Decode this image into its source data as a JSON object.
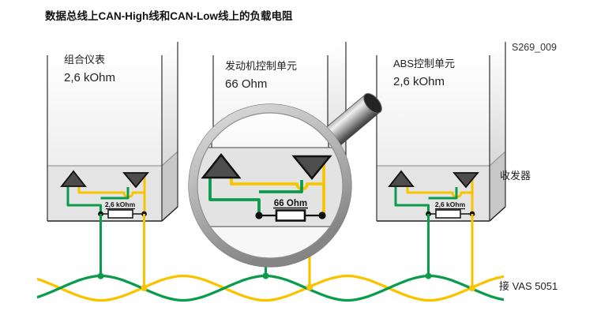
{
  "title": "数据总线上CAN-High线和CAN-Low线上的负载电阻",
  "figure_code": "S269_009",
  "units": [
    {
      "name": "组合仪表",
      "value": "2,6 kOhm",
      "resistor_label": "2,6 kOhm"
    },
    {
      "name": "发动机控制单元",
      "value": "66 Ohm",
      "resistor_label": "66 Ohm"
    },
    {
      "name": "ABS控制单元",
      "value": "2,6 kOhm",
      "resistor_label": "2,6 kOhm"
    }
  ],
  "side_labels": {
    "transceiver": "收发器",
    "to_tester": "接 VAS 5051"
  },
  "colors": {
    "wire_green": "#0a9b4d",
    "wire_yellow": "#f8c400",
    "triangle_fill": "#4d4d4d"
  }
}
